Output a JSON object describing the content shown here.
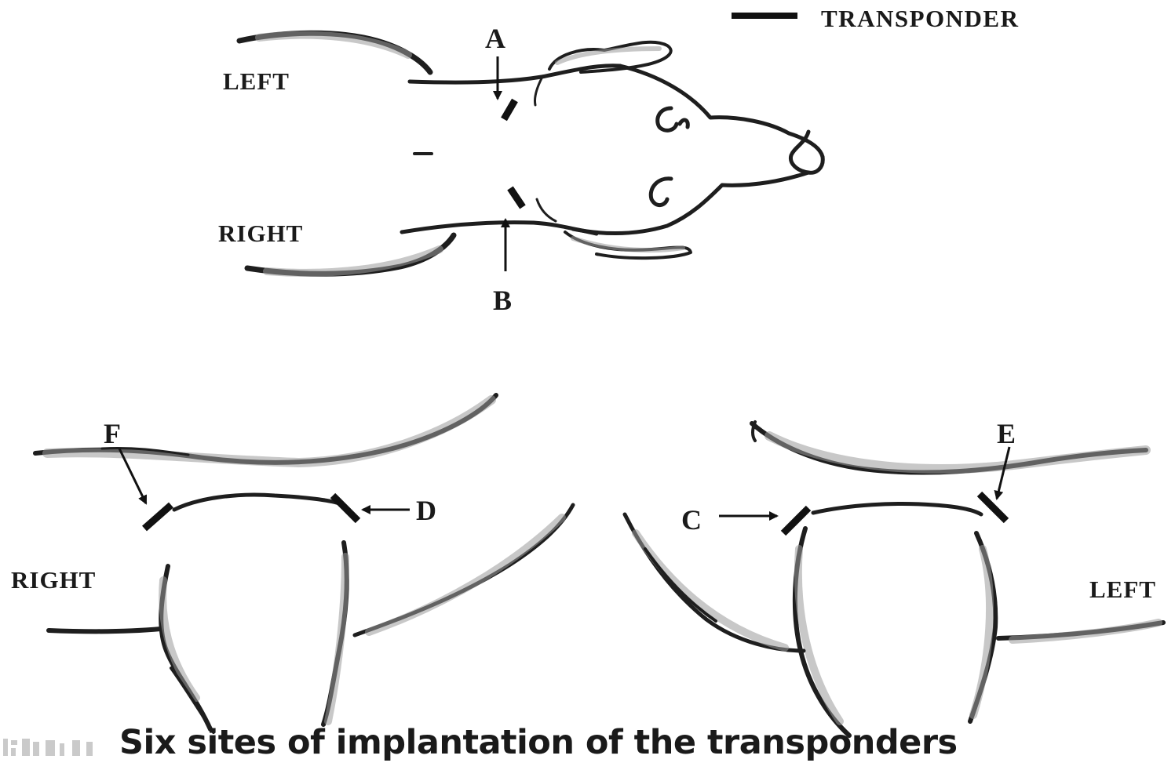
{
  "legend": {
    "transponder_label": "TRANSPONDER"
  },
  "top_view": {
    "left_label": "LEFT",
    "right_label": "RIGHT",
    "site_a": "A",
    "site_b": "B"
  },
  "bottom_left_view": {
    "side_label": "RIGHT",
    "site_f": "F",
    "site_d": "D"
  },
  "bottom_right_view": {
    "side_label": "LEFT",
    "site_c": "C",
    "site_e": "E"
  },
  "caption": "Six sites of implantation of the transponders",
  "colors": {
    "ink": "#1e1e1e",
    "shading": "#9a9a9a",
    "background": "#ffffff"
  }
}
